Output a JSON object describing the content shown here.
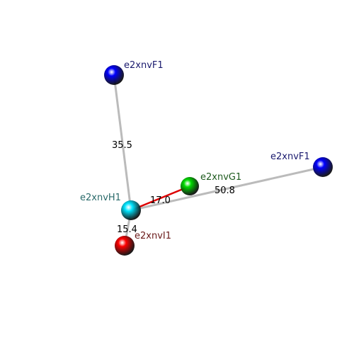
{
  "atoms": [
    {
      "id": "F1a",
      "label": "e2xnvF1",
      "color": "#0000ff",
      "label_color": "#1a1a6e"
    },
    {
      "id": "F1b",
      "label": "e2xnvF1",
      "color": "#0000ff",
      "label_color": "#1a1a6e"
    },
    {
      "id": "G1",
      "label": "e2xnvG1",
      "color": "#00dd00",
      "label_color": "#1e5a1e"
    },
    {
      "id": "H1",
      "label": "e2xnvH1",
      "color": "#00e5ff",
      "label_color": "#2a6a6a"
    },
    {
      "id": "I1",
      "label": "e2xnvI1",
      "color": "#ff0000",
      "label_color": "#6a1a1a"
    }
  ],
  "bonds": [
    {
      "from": "H1",
      "to": "F1a",
      "distance": "35.5",
      "color": "#bbbbbb"
    },
    {
      "from": "H1",
      "to": "F1b",
      "distance": "50.8",
      "color": "#bbbbbb"
    },
    {
      "from": "H1",
      "to": "G1",
      "distance": "17.0",
      "color": "#dd0000"
    },
    {
      "from": "H1",
      "to": "I1",
      "distance": "15.4",
      "color": "#bbbbbb"
    }
  ]
}
